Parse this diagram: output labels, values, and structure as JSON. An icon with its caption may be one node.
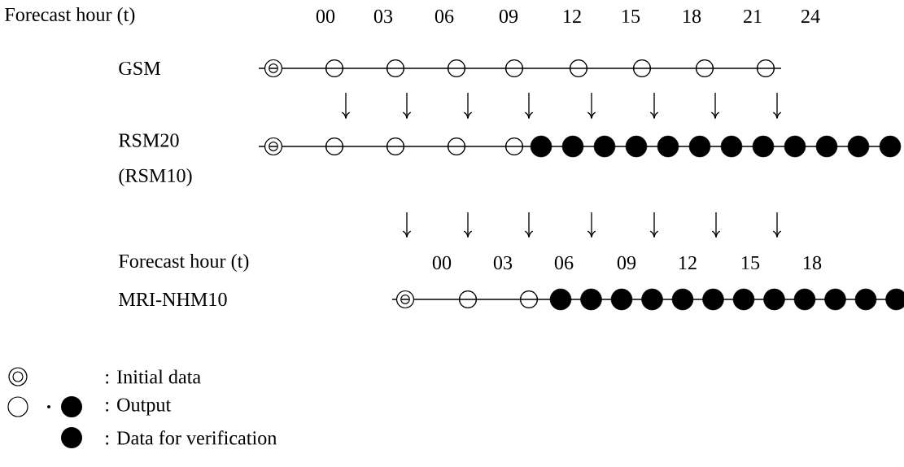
{
  "diagram": {
    "nodes": [
      {
        "text": [],
        "shape": "double-circle"
      },
      {
        "text": [],
        "shape": "circle"
      },
      {
        "text": [],
        "shape": "circle"
      },
      {
        "text": [],
        "shape": "circle"
      },
      {
        "text": [],
        "shape": "circle"
      },
      {
        "text": [],
        "shape": "circle"
      },
      {
        "text": [],
        "shape": "circle"
      },
      {
        "text": [],
        "shape": "circle"
      },
      {
        "text": [],
        "shape": "circle"
      },
      {
        "text": [],
        "shape": "double-circle"
      },
      {
        "text": [],
        "shape": "circle"
      },
      {
        "text": [],
        "shape": "circle"
      },
      {
        "text": [],
        "shape": "circle"
      },
      {
        "text": [],
        "shape": "circle"
      },
      {
        "text": [],
        "shape": "dot"
      },
      {
        "text": [],
        "shape": "dot"
      },
      {
        "text": [],
        "shape": "dot"
      },
      {
        "text": [],
        "shape": "dot"
      },
      {
        "text": [],
        "shape": "dot"
      },
      {
        "text": [],
        "shape": "dot"
      },
      {
        "text": [],
        "shape": "dot"
      },
      {
        "text": [],
        "shape": "dot"
      },
      {
        "text": [],
        "shape": "dot"
      },
      {
        "text": [],
        "shape": "dot"
      },
      {
        "text": [],
        "shape": "dot"
      },
      {
        "text": [],
        "shape": "dot"
      },
      {
        "text": [],
        "shape": "double-circle"
      },
      {
        "text": [],
        "shape": "circle"
      },
      {
        "text": [],
        "shape": "circle"
      },
      {
        "text": [],
        "shape": "dot"
      },
      {
        "text": [],
        "shape": "dot"
      },
      {
        "text": [],
        "shape": "dot"
      },
      {
        "text": [],
        "shape": "dot"
      },
      {
        "text": [],
        "shape": "dot"
      },
      {
        "text": [],
        "shape": "dot"
      },
      {
        "text": [],
        "shape": "dot"
      },
      {
        "text": [],
        "shape": "dot"
      },
      {
        "text": [],
        "shape": "dot"
      },
      {
        "text": [],
        "shape": "dot"
      },
      {
        "text": [],
        "shape": "dot"
      },
      {
        "text": [],
        "shape": "dot"
      }
    ],
    "labels": [
      "Forecast hour (t)",
      "00",
      "03",
      "06",
      "09",
      "12",
      "15",
      "18",
      "21",
      "24",
      "GSM",
      "RSM20 (RSM10)",
      "Forecast hour (t)",
      "00",
      "03",
      "06",
      "09",
      "12",
      "15",
      "18",
      "MRI-NHM10"
    ],
    "legend": [
      {
        "text": ": Initial data"
      },
      {
        "text": ": Output"
      },
      {
        "text": ": Data for verification"
      }
    ]
  }
}
